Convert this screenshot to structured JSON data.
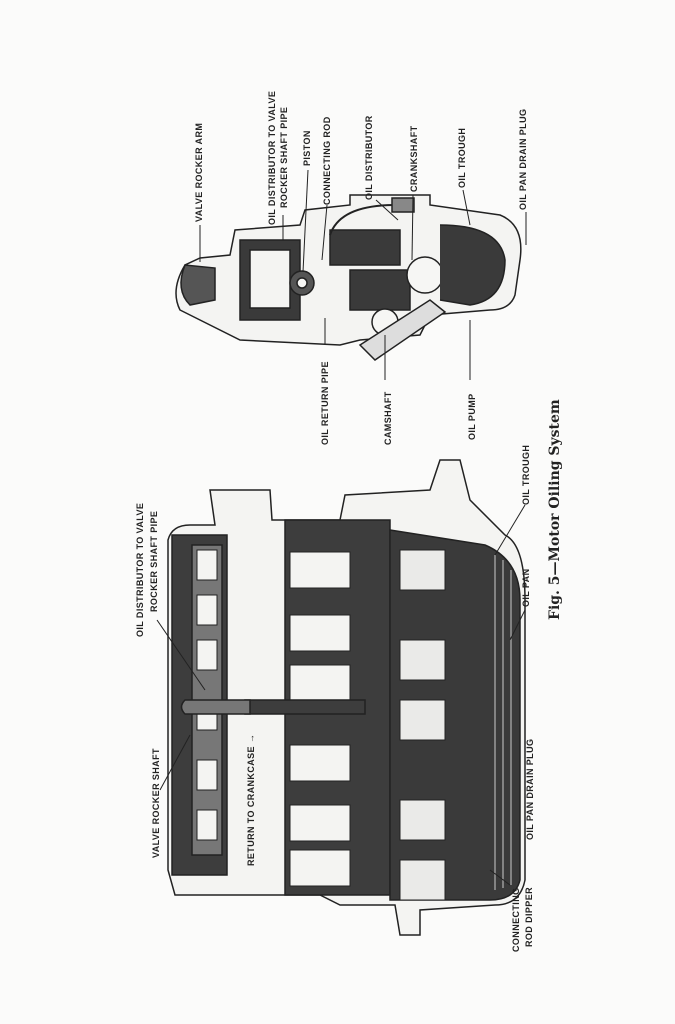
{
  "caption": "Fig. 5—Motor Oiling System",
  "end_view": {
    "labels": [
      "VALVE ROCKER ARM",
      "OIL DISTRIBUTOR TO VALVE",
      "ROCKER SHAFT PIPE",
      "PISTON",
      "CONNECTING ROD",
      "OIL DISTRIBUTOR",
      "CRANKSHAFT",
      "OIL TROUGH",
      "OIL PAN DRAIN PLUG",
      "OIL RETURN PIPE",
      "CAMSHAFT",
      "OIL PUMP"
    ]
  },
  "side_view": {
    "labels": [
      "OIL DISTRIBUTOR TO VALVE",
      "ROCKER SHAFT PIPE",
      "VALVE ROCKER SHAFT",
      "RETURN TO CRANKCASE →",
      "OIL TROUGH",
      "OIL PAN",
      "OIL PAN DRAIN PLUG",
      "CONNECTING",
      "ROD DIPPER"
    ]
  }
}
